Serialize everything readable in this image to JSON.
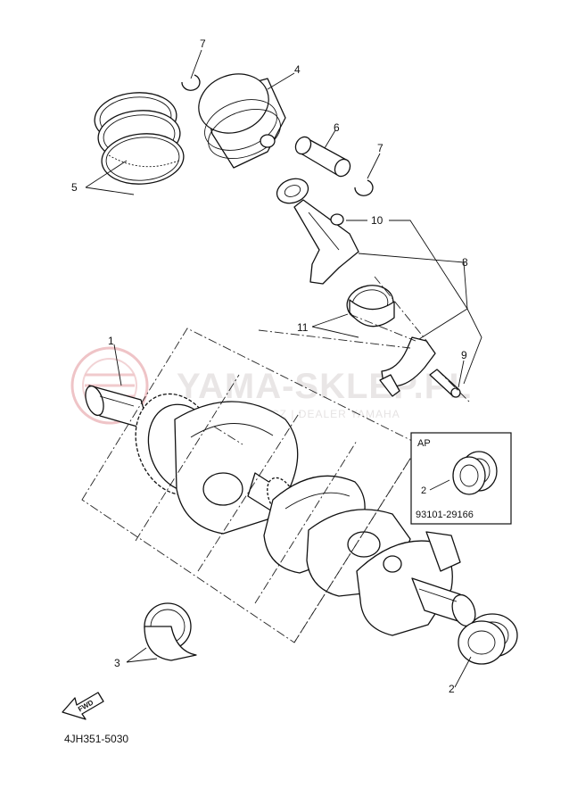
{
  "watermark": {
    "brand": "YAMA-SKLEP.PL",
    "subtitle": "WOJCIECHOWICZ | DEALER YAMAHA",
    "logo": "yamaha-tuning-fork-emblem",
    "color": "#e9b0b4"
  },
  "callouts": {
    "c1": "1",
    "c2a": "2",
    "c2b": "2",
    "c3": "3",
    "c4": "4",
    "c5": "5",
    "c6": "6",
    "c7a": "7",
    "c7b": "7",
    "c8": "8",
    "c9": "9",
    "c10": "10",
    "c11": "11"
  },
  "inset": {
    "title": "AP",
    "callout": "2",
    "part_number": "93101-29166"
  },
  "fwd_label": "FWD",
  "diagram_code": "4JH351-5030"
}
